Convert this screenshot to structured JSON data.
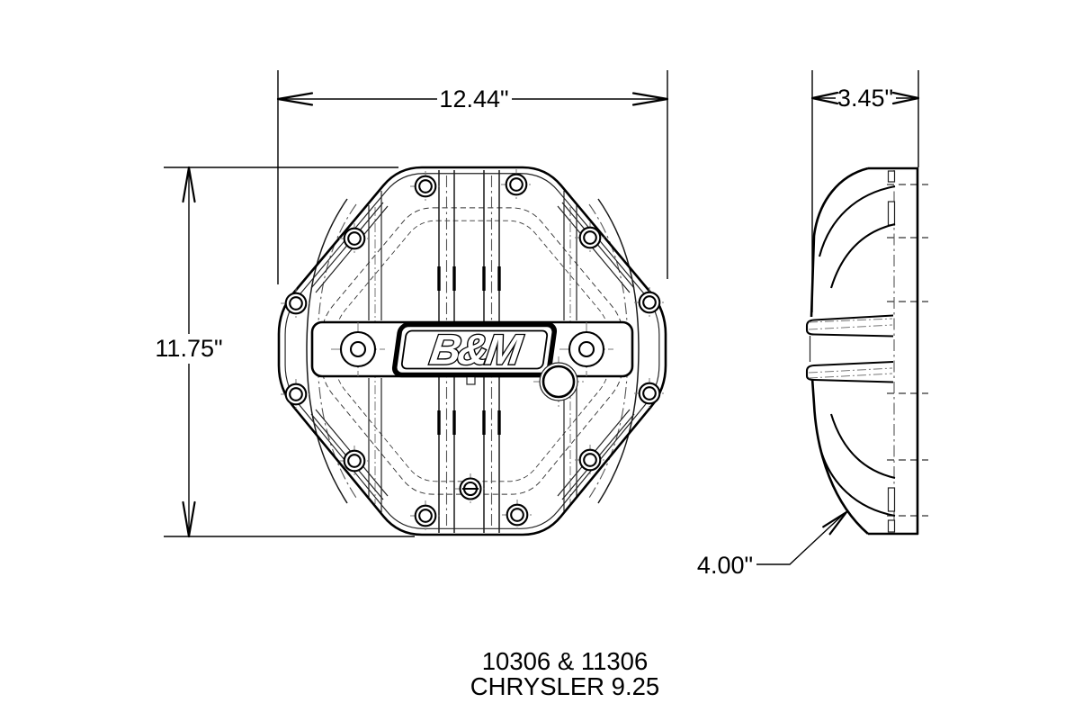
{
  "colors": {
    "line": "#000000",
    "background": "#ffffff",
    "hidden_line": "#555555"
  },
  "dimensions": {
    "front_width": "12.44\"",
    "front_height": "11.75\"",
    "side_depth": "3.45\"",
    "side_overall_depth": "4.00\""
  },
  "logo": {
    "text": "B&M"
  },
  "captions": {
    "part_numbers": "10306 & 11306",
    "model": "CHRYSLER 9.25"
  }
}
